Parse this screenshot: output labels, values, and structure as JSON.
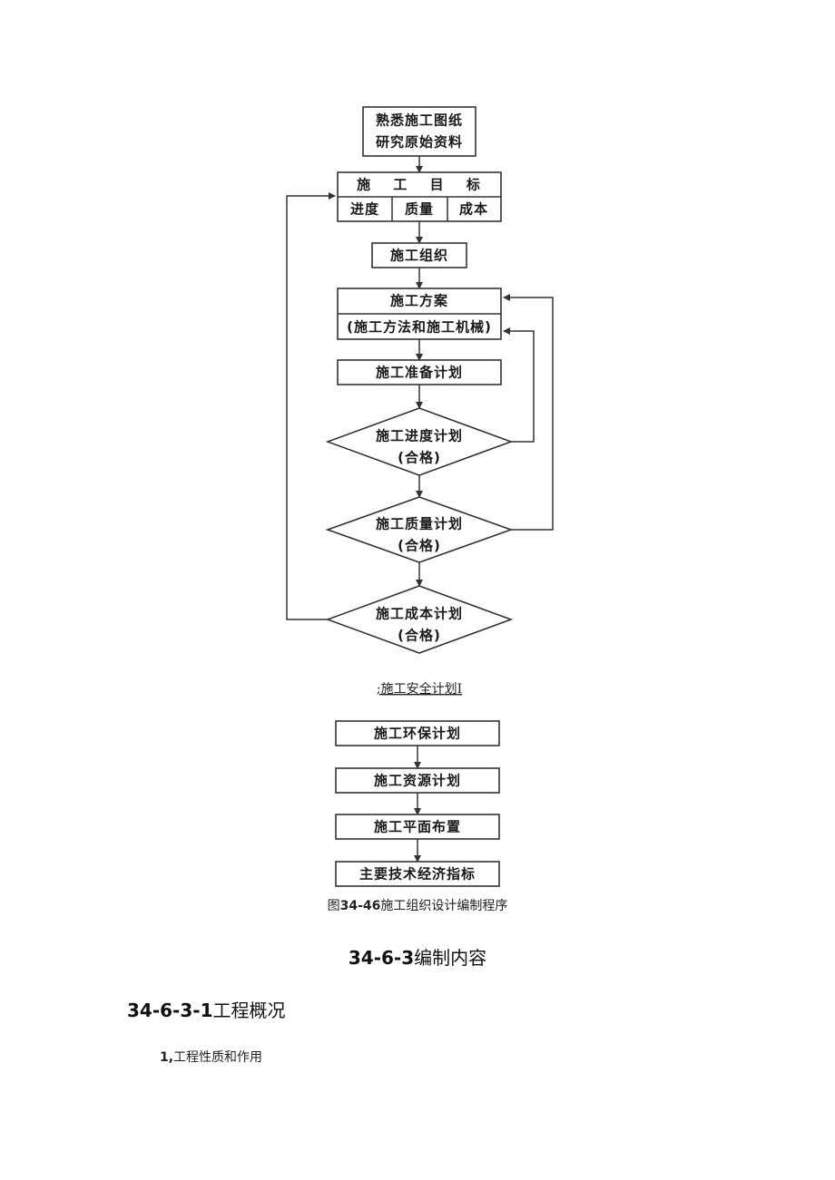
{
  "flowchart": {
    "steps": {
      "familiarize_line1": "熟悉施工图纸",
      "familiarize_line2": "研究原始资料",
      "goal": "施 工 目 标",
      "goal_progress": "进度",
      "goal_quality": "质量",
      "goal_cost": "成本",
      "organization": "施工组织",
      "plan": "施工方案",
      "plan_detail": "(施工方法和施工机械)",
      "prep_plan": "施工准备计划",
      "progress_plan": "施工进度计划",
      "progress_ok": "(合格)",
      "quality_plan": "施工质量计划",
      "quality_ok": "(合格)",
      "cost_plan": "施工成本计划",
      "cost_ok": "(合格)",
      "safety_plan": ";施工安全计划I",
      "env_plan": "施工环保计划",
      "resource_plan": "施工资源计划",
      "layout_plan": "施工平面布置",
      "indicators": "主要技术经济指标"
    }
  },
  "caption": {
    "prefix": "图",
    "number": "34-46",
    "text": "施工组织设计编制程序"
  },
  "section": {
    "number": "34-6-3",
    "title": "编制内容"
  },
  "subsection": {
    "number": "34-6-3-1",
    "title": "工程概况"
  },
  "item": {
    "number": "1,",
    "text": "工程性质和作用"
  }
}
